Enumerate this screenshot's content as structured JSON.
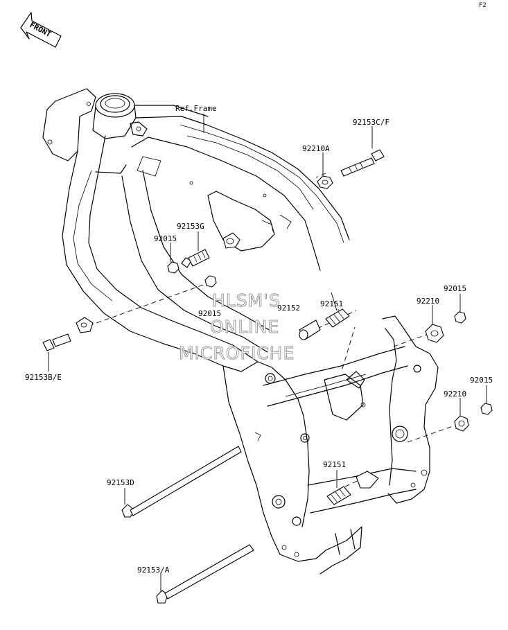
{
  "corner_code": "F2",
  "front_badge": "FRONT",
  "watermark": [
    "HLSM'S",
    "ONLINE",
    "MICROFICHE"
  ],
  "labels": {
    "ref_frame": "Ref.Frame",
    "p92153cf": "92153C/F",
    "p92210a": "92210A",
    "p92153g": "92153G",
    "p92015_a": "92015",
    "p92015_b": "92015",
    "p92153be": "92153B/E",
    "p92151_top": "92151",
    "p92152": "92152",
    "p92210_top": "92210",
    "p92015_c": "92015",
    "p92015_d": "92015",
    "p92210_mid": "92210",
    "p92153d": "92153D",
    "p92151_low": "92151",
    "p92153a": "92153/A"
  }
}
